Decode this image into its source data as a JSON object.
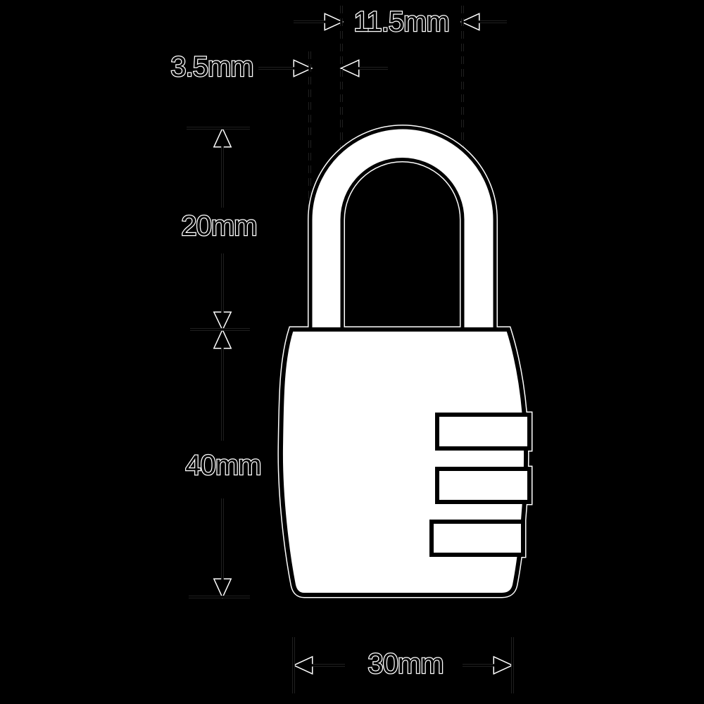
{
  "colors": {
    "background": "#000000",
    "line": "#000000",
    "halo": "#ffffff",
    "shape_fill": "#ffffff"
  },
  "diagram": {
    "type": "technical-dimension-drawing",
    "subject": "combination padlock, front elevation with three code dials",
    "labels": {
      "shackle_inner_width": "11.5mm",
      "shackle_thickness": "3.5mm",
      "shackle_height": "20mm",
      "body_height": "40mm",
      "body_width": "30mm"
    }
  }
}
